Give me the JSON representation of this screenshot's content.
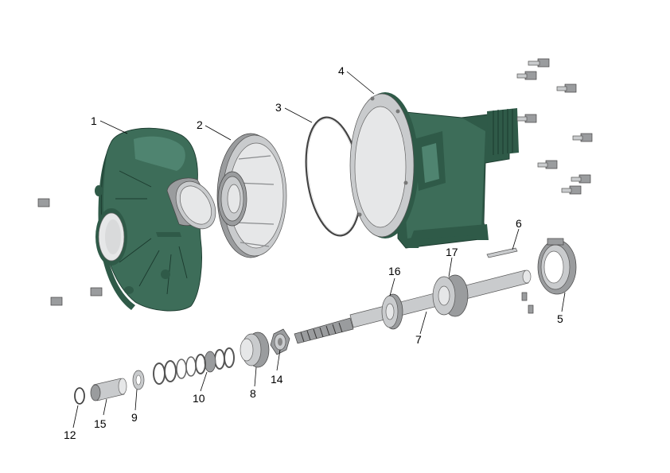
{
  "colors": {
    "casting": "#3d6d59",
    "casting_dark": "#2f5a48",
    "steel": "#c9cbcd",
    "label": "#000000"
  },
  "labels": {
    "p1": "1",
    "p2": "2",
    "p3": "3",
    "p4": "4",
    "p5": "5",
    "p6": "6",
    "p7": "7",
    "p8": "8",
    "p9": "9",
    "p10": "10",
    "p12": "12",
    "p14": "14",
    "p15": "15",
    "p16": "16",
    "p17": "17"
  }
}
